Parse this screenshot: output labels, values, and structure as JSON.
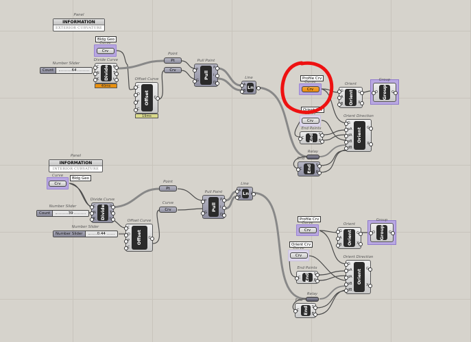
{
  "panels": [
    {
      "id": "p1",
      "title": "Panel",
      "header": "INFORMATION",
      "text": "EXTERIOR CURVATURE"
    },
    {
      "id": "p2",
      "title": "Panel",
      "header": "INFORMATION",
      "text": "INTERIOR CURVATURE"
    }
  ],
  "sliders": [
    {
      "id": "s1",
      "title": "Number Slider",
      "name": "Count",
      "value": "64"
    },
    {
      "id": "s2",
      "title": "Number Slider",
      "name": "Count",
      "value": "39"
    },
    {
      "id": "s3",
      "title": "Number Slider",
      "name": "Number Slider",
      "value": "0.44"
    }
  ],
  "params": [
    {
      "id": "c1",
      "title": "Curve",
      "tooltip": "Bldg Geo",
      "value": "Crv",
      "style": "sel"
    },
    {
      "id": "pc1",
      "title": "Curve",
      "tooltip": "Profile Crv",
      "value": "Crv",
      "style": "sel-orange"
    },
    {
      "id": "oc1",
      "title": "Curve",
      "tooltip": "Orient Crv",
      "value": "Crv",
      "style": "pale"
    },
    {
      "id": "c2",
      "title": "Curve",
      "tooltip": "Bldg Geo",
      "value": "Crv",
      "style": "sel"
    },
    {
      "id": "pc2",
      "title": "Curve",
      "tooltip": "Profile Crv",
      "value": "Crv",
      "style": "sel"
    },
    {
      "id": "oc2",
      "title": "Curve",
      "tooltip": "Orient Crv",
      "value": "Crv",
      "style": "pale"
    },
    {
      "id": "pt1",
      "title": "Point",
      "value": "Pt",
      "style": "bare"
    },
    {
      "id": "cv1",
      "title": "",
      "value": "Crv",
      "style": "bare"
    },
    {
      "id": "pt2",
      "title": "Point",
      "value": "Pt",
      "style": "bare"
    },
    {
      "id": "cv2",
      "title": "Curve",
      "value": "Crv",
      "style": "bare"
    }
  ],
  "components": [
    {
      "id": "dv1",
      "title": "Divide Curve",
      "nickname": "Divide",
      "inputs": [
        "C",
        "N",
        "K"
      ],
      "outputs": [
        "P",
        "T",
        "t"
      ],
      "bar": "40ms",
      "barColor": "#e8900f"
    },
    {
      "id": "of1",
      "title": "Offset Curve",
      "nickname": "Offset",
      "inputs": [
        "C",
        "D",
        "P",
        "C"
      ],
      "outputs": [
        "C"
      ],
      "bar": "19ms",
      "barColor": "#d9d98a"
    },
    {
      "id": "pp1",
      "title": "Pull Point",
      "nickname": "Pull",
      "inputs": [
        "P",
        "G"
      ],
      "outputs": [
        "P",
        "i",
        "D"
      ],
      "grey": true
    },
    {
      "id": "ln1",
      "title": "Line",
      "nickname": "Ln",
      "inputs": [
        "A",
        "B"
      ],
      "outputs": [
        "L"
      ],
      "grey": true,
      "h": true
    },
    {
      "id": "or1",
      "title": "Orient",
      "nickname": "Orient",
      "inputs": [
        "G",
        "A",
        "B"
      ],
      "outputs": [
        "G",
        "X"
      ]
    },
    {
      "id": "gr1",
      "title": "Group",
      "nickname": "Group",
      "inputs": [
        "O"
      ],
      "outputs": [
        "G"
      ]
    },
    {
      "id": "ep1",
      "title": "End Points",
      "nickname": "End",
      "inputs": [
        "C"
      ],
      "outputs": [
        "S",
        "E"
      ]
    },
    {
      "id": "od1",
      "title": "Orient Direction",
      "nickname": "Orient",
      "inputs": [
        "G",
        "pA",
        "dA",
        "pB",
        "dB"
      ],
      "outputs": [
        "G",
        "X"
      ]
    },
    {
      "id": "en1",
      "title": "End",
      "nickname": "End",
      "inputs": [
        "C"
      ],
      "outputs": [
        "S",
        "E"
      ],
      "grey": true
    },
    {
      "id": "dv2",
      "title": "Divide Curve",
      "nickname": "Divide",
      "inputs": [
        "C",
        "N",
        "K"
      ],
      "outputs": [
        "P",
        "T",
        "t"
      ],
      "grey": true
    },
    {
      "id": "of2",
      "title": "Offset Curve",
      "nickname": "Offset",
      "inputs": [
        "C",
        "D",
        "P",
        "C"
      ],
      "outputs": [
        "C"
      ]
    },
    {
      "id": "pp2",
      "title": "Pull Point",
      "nickname": "Pull",
      "inputs": [
        "P",
        "G"
      ],
      "outputs": [
        "P",
        "i",
        "D"
      ],
      "grey": true
    },
    {
      "id": "ln2",
      "title": "Line",
      "nickname": "Ln",
      "inputs": [
        "A",
        "B"
      ],
      "outputs": [
        "L"
      ],
      "grey": true,
      "h": true
    },
    {
      "id": "or2",
      "title": "Orient",
      "nickname": "Orient",
      "inputs": [
        "G",
        "A",
        "B"
      ],
      "outputs": [
        "G",
        "X"
      ]
    },
    {
      "id": "gr2",
      "title": "Group",
      "nickname": "Group",
      "inputs": [
        "O"
      ],
      "outputs": [
        "G"
      ]
    },
    {
      "id": "ep2",
      "title": "End Points",
      "nickname": "End",
      "inputs": [
        "C"
      ],
      "outputs": [
        "S",
        "E"
      ]
    },
    {
      "id": "od2",
      "title": "Orient Direction",
      "nickname": "Orient",
      "inputs": [
        "G",
        "pA",
        "dA",
        "pB",
        "dB"
      ],
      "outputs": [
        "G",
        "X"
      ]
    },
    {
      "id": "en2",
      "title": "End",
      "nickname": "End",
      "inputs": [
        "C"
      ],
      "outputs": [
        "S",
        "E"
      ]
    }
  ],
  "relays": [
    {
      "id": "r1",
      "title": "Relay"
    },
    {
      "id": "r2",
      "title": "Relay"
    }
  ],
  "colors": {
    "annotation": "#ee1111",
    "wire": "#5a5a5a"
  }
}
